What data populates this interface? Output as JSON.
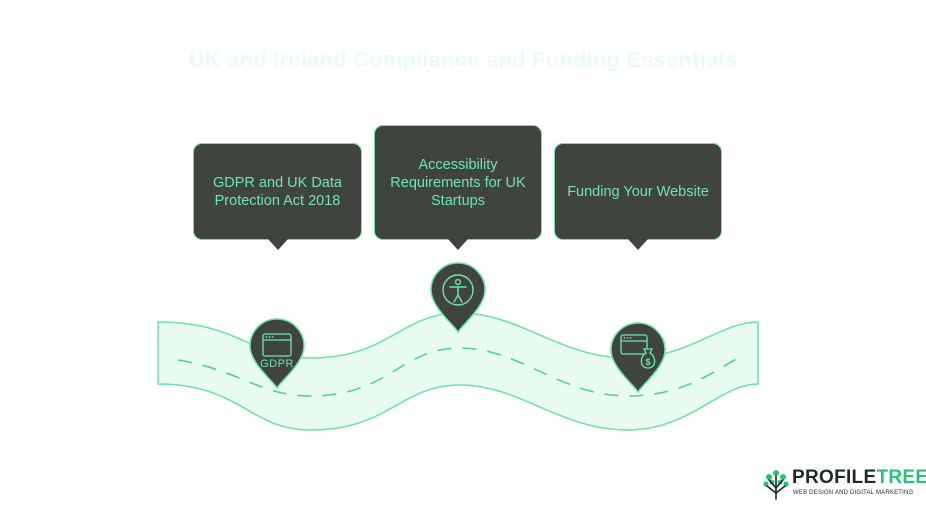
{
  "title": "UK and Ireland Compliance and Funding Essentials",
  "steps": [
    {
      "label": "GDPR and UK Data Protection Act 2018",
      "icon": "gdpr-document-icon",
      "icon_text": "GDPR"
    },
    {
      "label": "Accessibility Requirements for UK Startups",
      "icon": "accessibility-person-icon"
    },
    {
      "label": "Funding Your Website",
      "icon": "browser-money-bag-icon",
      "icon_text": "$"
    }
  ],
  "logo": {
    "name_part1": "PROFILE",
    "name_part2": "TREE",
    "tagline": "WEB DESIGN AND DIGITAL MARKETING"
  },
  "colors": {
    "accent": "#6ce0a6",
    "road": "#e9fcf2",
    "bubble": "#3f443f",
    "text_accent": "#6fe6aa"
  }
}
